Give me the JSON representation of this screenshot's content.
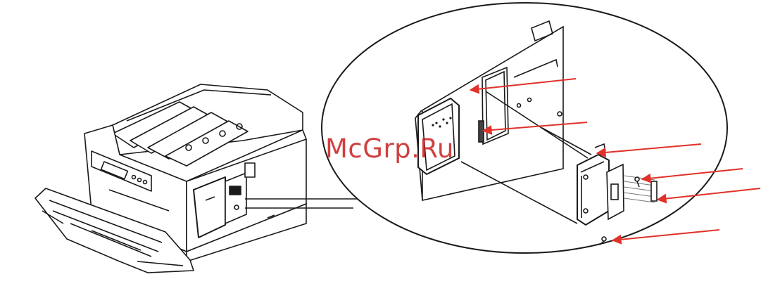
{
  "watermark": {
    "text": "McGrp.Ru"
  },
  "colors": {
    "arrow": "#e0312a",
    "line": "#1a1a1a"
  },
  "callouts": [
    {
      "name": "callout-arrow-1"
    },
    {
      "name": "callout-arrow-2"
    },
    {
      "name": "callout-arrow-3"
    },
    {
      "name": "callout-arrow-4"
    },
    {
      "name": "callout-arrow-5"
    },
    {
      "name": "callout-arrow-6"
    }
  ]
}
